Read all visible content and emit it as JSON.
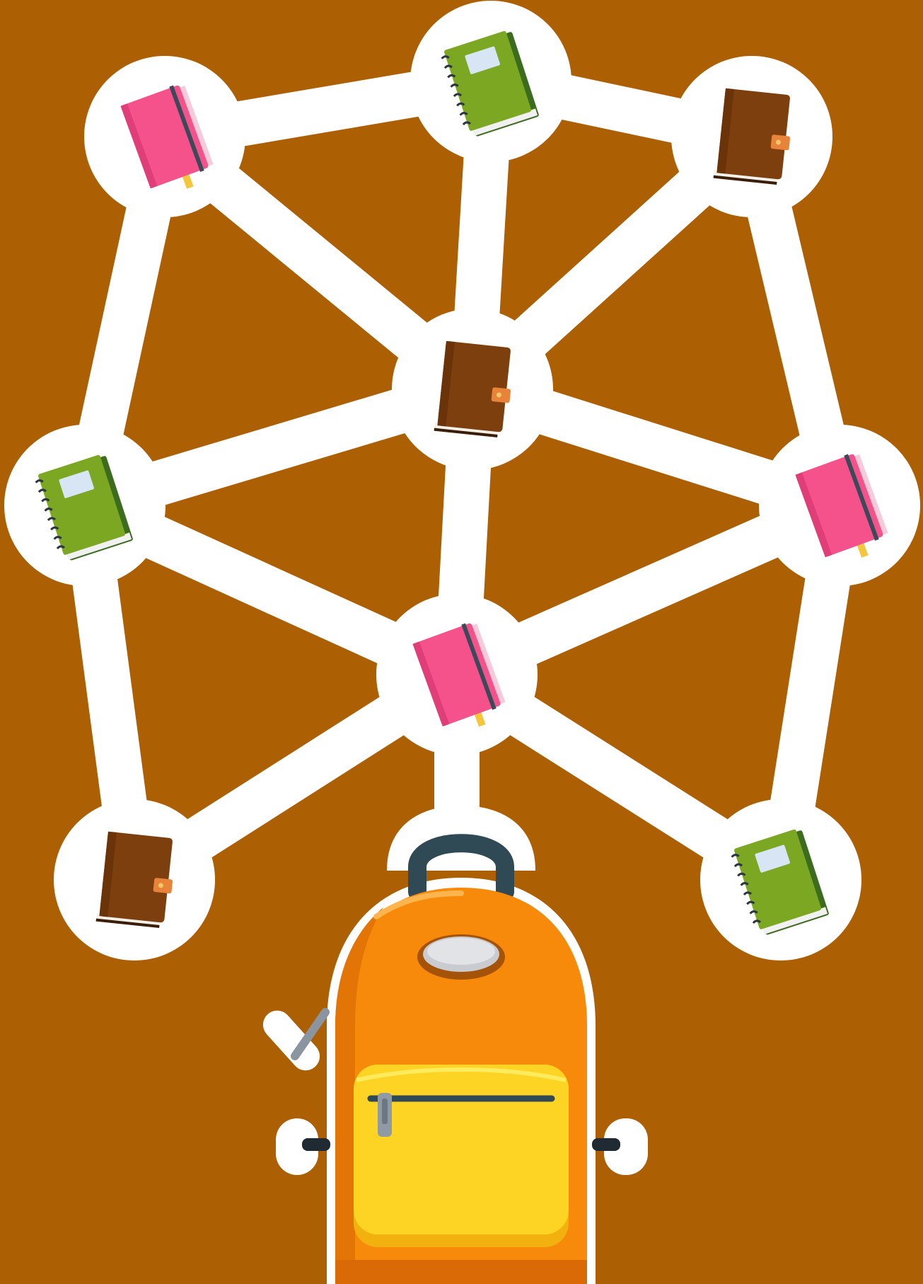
{
  "scene": {
    "background_color": "#ad5f03",
    "path_color": "#ffffff"
  },
  "nodes": [
    {
      "id": "n1",
      "item": "pink-notebook"
    },
    {
      "id": "n2",
      "item": "green-spiral-notebook"
    },
    {
      "id": "n3",
      "item": "brown-journal"
    },
    {
      "id": "n4",
      "item": "brown-journal"
    },
    {
      "id": "n5",
      "item": "green-spiral-notebook"
    },
    {
      "id": "n6",
      "item": "pink-notebook"
    },
    {
      "id": "n7",
      "item": "pink-notebook"
    },
    {
      "id": "n8",
      "item": "brown-journal"
    },
    {
      "id": "n9",
      "item": "green-spiral-notebook"
    }
  ],
  "edges": [
    [
      "n1",
      "n2"
    ],
    [
      "n2",
      "n3"
    ],
    [
      "n1",
      "n4"
    ],
    [
      "n2",
      "n4"
    ],
    [
      "n3",
      "n4"
    ],
    [
      "n1",
      "n5"
    ],
    [
      "n3",
      "n6"
    ],
    [
      "n4",
      "n5"
    ],
    [
      "n4",
      "n6"
    ],
    [
      "n4",
      "n7"
    ],
    [
      "n5",
      "n7"
    ],
    [
      "n6",
      "n7"
    ],
    [
      "n5",
      "n8"
    ],
    [
      "n6",
      "n9"
    ],
    [
      "n7",
      "n8"
    ],
    [
      "n7",
      "n9"
    ],
    [
      "n7",
      "backpack"
    ]
  ],
  "backpack": {
    "item": "orange-backpack",
    "body_color": "#f7890b",
    "pocket_color": "#fdd424",
    "handle_color": "#2f4a55"
  }
}
